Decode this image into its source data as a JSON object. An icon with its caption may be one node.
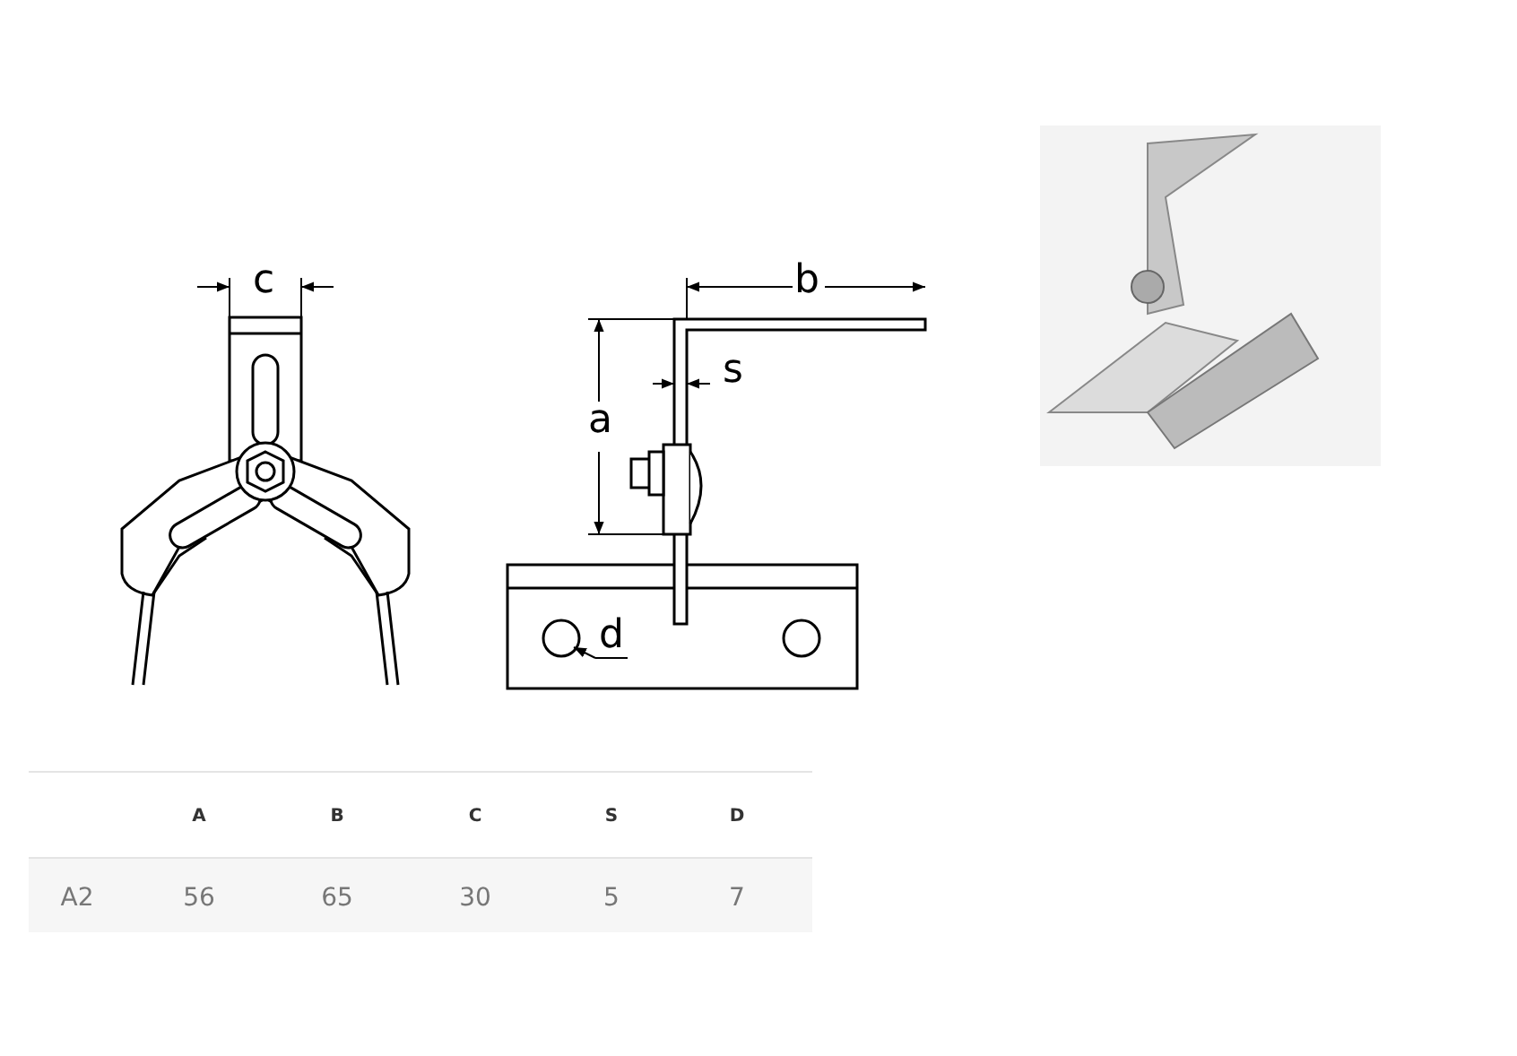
{
  "diagram": {
    "labels": [
      "c",
      "b",
      "s",
      "a",
      "d",
      "A",
      "B",
      "C",
      "S",
      "D",
      "A2",
      "56",
      "65",
      "30",
      "5",
      "7"
    ]
  }
}
